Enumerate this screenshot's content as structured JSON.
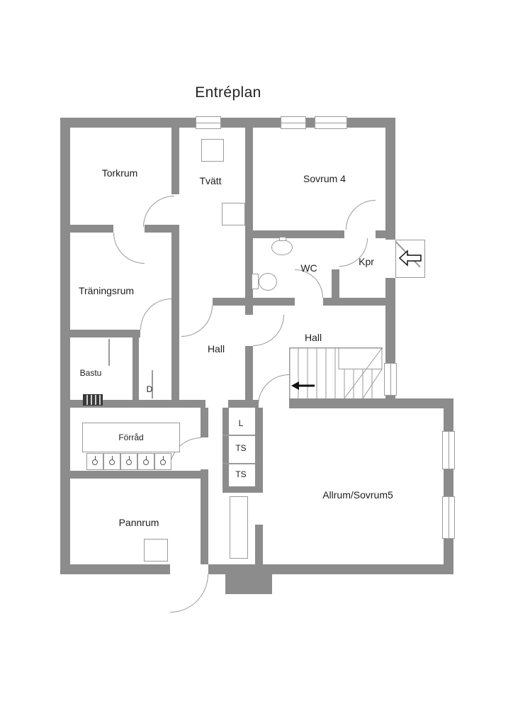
{
  "title": "Entréplan",
  "colors": {
    "wall": "#8c8c8c",
    "line": "#9a9a9a",
    "text": "#1d1d1d"
  },
  "rooms": {
    "torkrum": "Torkrum",
    "tvatt": "Tvätt",
    "sovrum4": "Sovrum 4",
    "traningsrum": "Träningsrum",
    "wc": "WC",
    "kpr": "Kpr",
    "bastu": "Bastu",
    "dusch": "D",
    "hall_left": "Hall",
    "hall_right": "Hall",
    "forrad": "Förråd",
    "closet_l": "L",
    "ts_upper": "TS",
    "ts_lower": "TS",
    "pannrum": "Pannrum",
    "allrum": "Allrum/Sovrum5"
  },
  "icons": {
    "entrance_arrow": "entrance-arrow",
    "stairs_direction_arrow": "stairs-direction-arrow"
  }
}
